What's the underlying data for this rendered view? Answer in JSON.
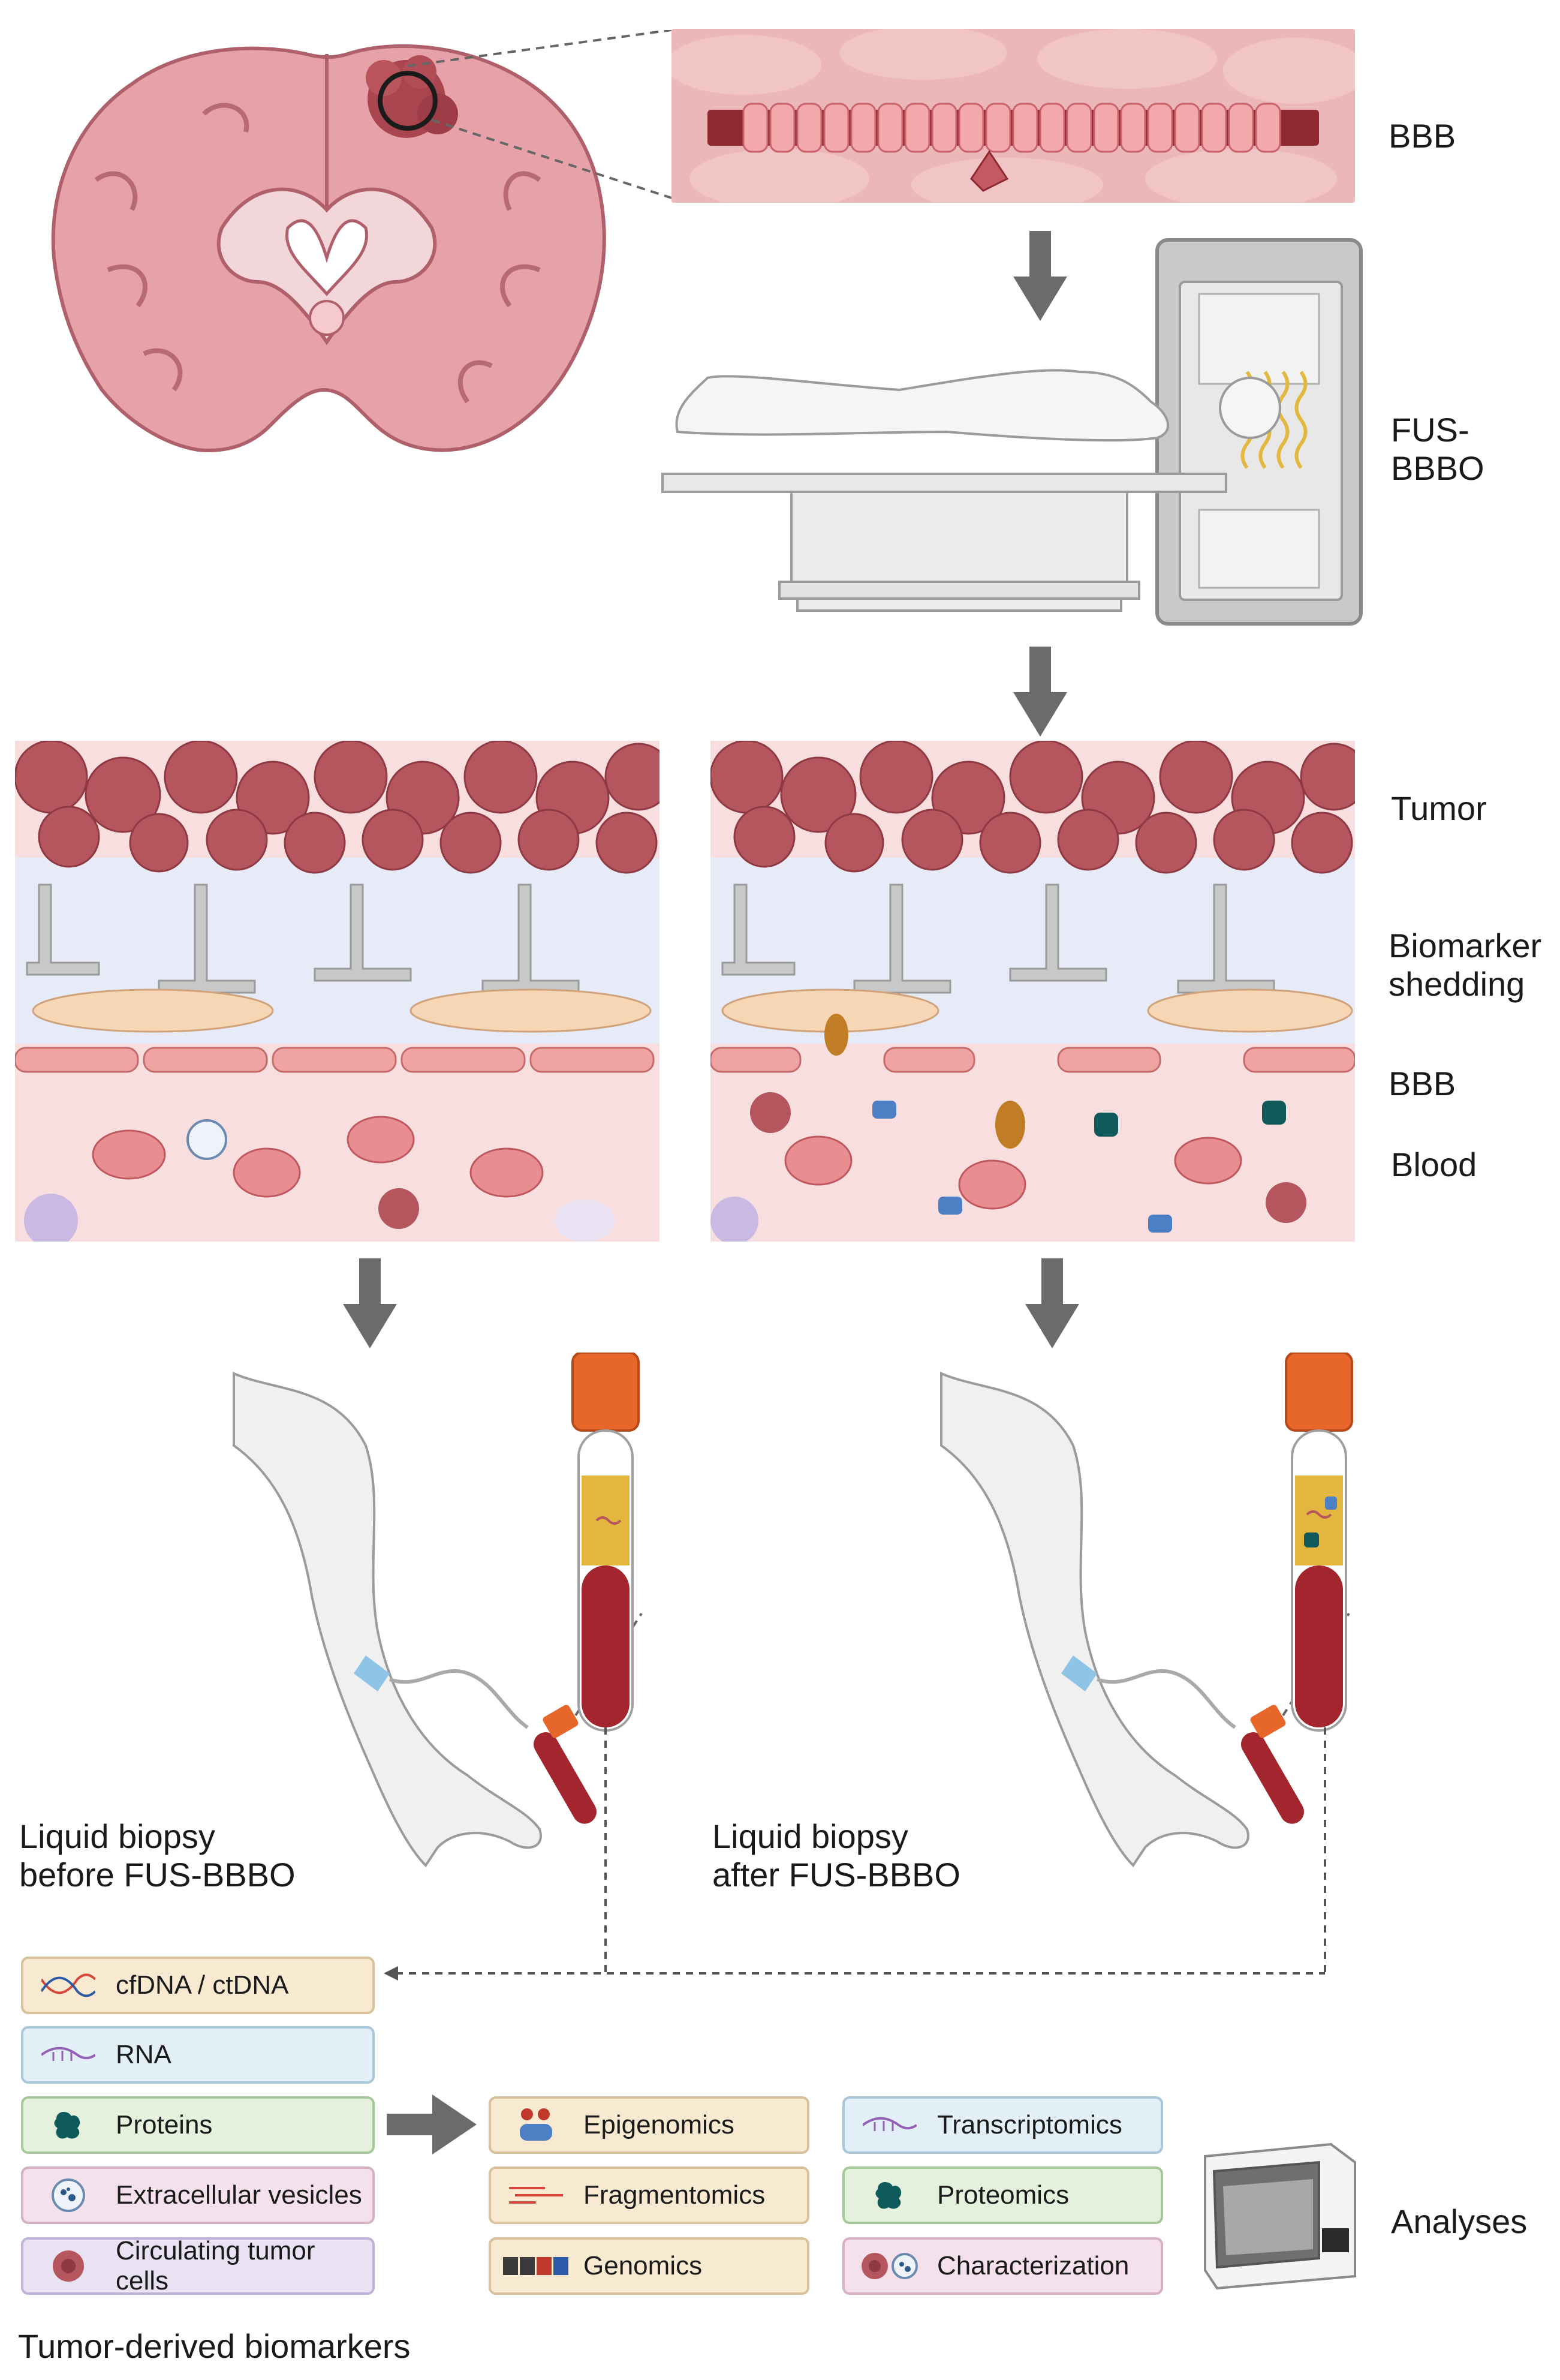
{
  "labels": {
    "bbb_top": "BBB",
    "fus_bbbo": "FUS-BBBO",
    "tumor": "Tumor",
    "biomarker_shedding": "Biomarker\nshedding",
    "bbb_layer": "BBB",
    "blood": "Blood",
    "analyses": "Analyses",
    "tumor_derived_biomarkers": "Tumor-derived biomarkers"
  },
  "biopsy": {
    "before": "Liquid biopsy\nbefore FUS-BBBO",
    "after": "Liquid biopsy\nafter FUS-BBBO"
  },
  "biomarkers": [
    {
      "label": "cfDNA / ctDNA",
      "icon": "dna-icon",
      "color": "beige"
    },
    {
      "label": "RNA",
      "icon": "rna-icon",
      "color": "blue"
    },
    {
      "label": "Proteins",
      "icon": "protein-icon",
      "color": "green"
    },
    {
      "label": "Extracellular vesicles",
      "icon": "vesicle-icon",
      "color": "pink"
    },
    {
      "label": "Circulating tumor cells",
      "icon": "tumor-cell-icon",
      "color": "purple"
    }
  ],
  "analyses_left": [
    {
      "label": "Epigenomics",
      "icon": "epigenomics-icon"
    },
    {
      "label": "Fragmentomics",
      "icon": "fragments-icon"
    },
    {
      "label": "Genomics",
      "icon": "sequence-icon"
    }
  ],
  "analyses_right": [
    {
      "label": "Transcriptomics",
      "icon": "rna-icon",
      "color": "blue"
    },
    {
      "label": "Proteomics",
      "icon": "protein-icon",
      "color": "green"
    },
    {
      "label": "Characterization",
      "icon": "tumor-cell-icon",
      "color": "pink"
    }
  ],
  "colors": {
    "tumor": "#b5555e",
    "blood": "#f8dede",
    "interstitium": "#e6ebf7",
    "endothelium": "#f0a3a3",
    "arrow": "#6b6b6b",
    "blood_tube": "#a3252d",
    "plasma": "#e3b640",
    "cap": "#e7672b"
  }
}
